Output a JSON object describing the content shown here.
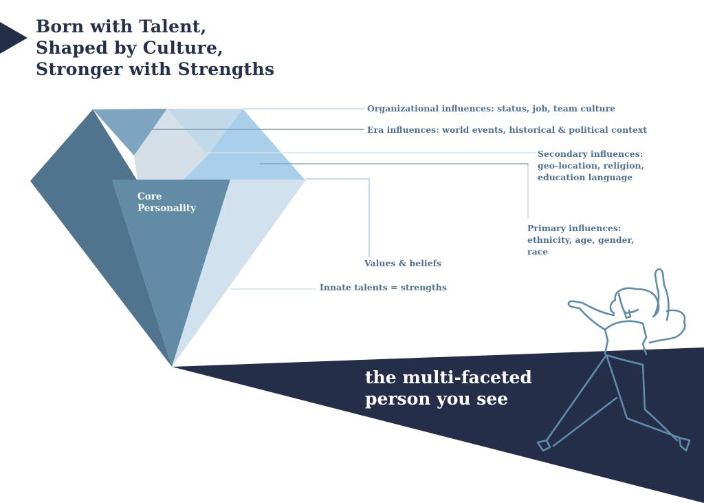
{
  "title": {
    "lines": [
      "Born with Talent,",
      "Shaped by Culture,",
      "Stronger with Strengths"
    ]
  },
  "diamond": {
    "core_label": [
      "Core",
      "Personality"
    ]
  },
  "labels": {
    "organizational": "Organizational influences: status, job, team culture",
    "era": "Era influences: world events, historical & political context",
    "secondary": [
      "Secondary influences:",
      "geo-location, religion,",
      "education language"
    ],
    "primary": [
      "Primary influences:",
      "ethnicity, age, gender,",
      "race"
    ],
    "values": "Values & beliefs",
    "innate": "Innate talents = strengths"
  },
  "tagline": [
    "the multi-faceted",
    "person you see"
  ],
  "colors": {
    "navy": "#252e48",
    "facet_dark": "#50748e",
    "facet_mid": "#628ba6",
    "facet_steel": "#7da5c0",
    "facet_pale": "#d5dfe8",
    "facet_ice": "#c2d9ea",
    "facet_sky": "#aacfea",
    "facet_light": "#d1e1ee",
    "label_text": "#4f7290",
    "figure_stroke": "#5e8cab"
  }
}
